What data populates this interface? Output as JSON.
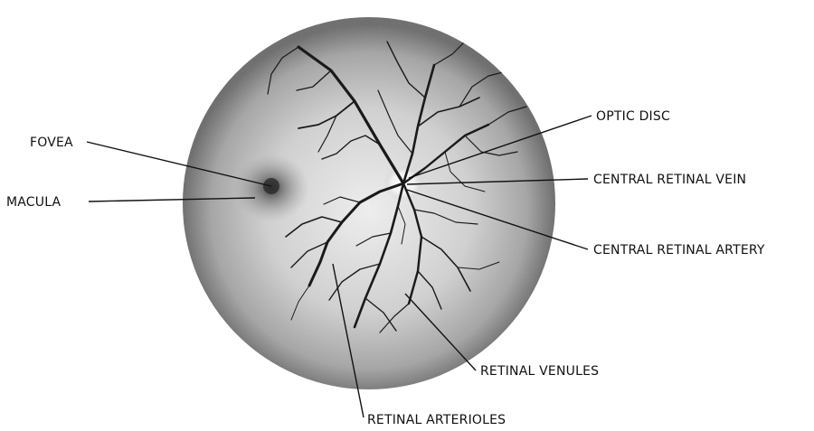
{
  "labels": {
    "fovea": "FOVEA",
    "macula": "MACULA",
    "optic_disc": "OPTIC DISC",
    "central_retinal_vein": "CENTRAL RETINAL VEIN",
    "central_retinal_artery": "CENTRAL RETINAL ARTERY",
    "retinal_venules": "RETINAL VENULES",
    "retinal_arterioles": "RETINAL ARTERIOLES"
  },
  "colors": {
    "retina_center": "#f4f4f4",
    "retina_edge": "#6a6a6a",
    "fovea_spot": "#3a3a3a",
    "optic_disc": "#ffffff",
    "ink": "#111111"
  }
}
